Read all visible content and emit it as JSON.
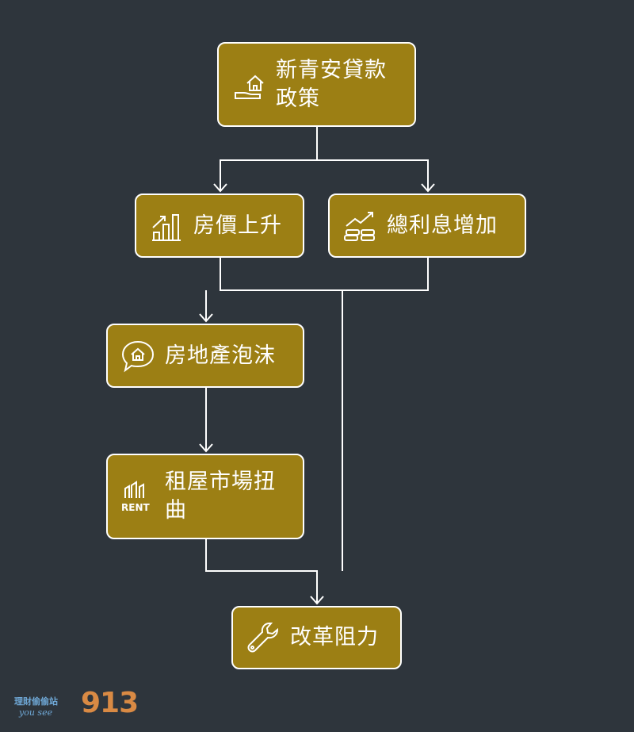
{
  "diagram": {
    "nodes": [
      {
        "id": "policy",
        "label": "新青安貸款\n政策",
        "icon": "house-hand-icon"
      },
      {
        "id": "price",
        "label": "房價上升",
        "icon": "bar-chart-up-icon"
      },
      {
        "id": "interest",
        "label": "總利息增加",
        "icon": "coins-trend-icon"
      },
      {
        "id": "bubble",
        "label": "房地產泡沫",
        "icon": "house-speech-bubble-icon"
      },
      {
        "id": "rent",
        "label": "租屋市場扭\n曲",
        "icon": "rent-buildings-icon"
      },
      {
        "id": "reform",
        "label": "改革阻力",
        "icon": "wrench-icon"
      }
    ],
    "edges": [
      [
        "policy",
        "price"
      ],
      [
        "policy",
        "interest"
      ],
      [
        "price",
        "bubble"
      ],
      [
        "interest",
        "bubble"
      ],
      [
        "interest",
        "reform"
      ],
      [
        "bubble",
        "rent"
      ],
      [
        "rent",
        "reform"
      ]
    ],
    "colors": {
      "background": "#2e353c",
      "node_fill": "#9c7f14",
      "node_border": "#ffffff",
      "text": "#ffffff",
      "connector": "#ffffff"
    }
  },
  "watermark": {
    "line1": "理財偷偷站",
    "line2": "you see",
    "number": "913"
  }
}
